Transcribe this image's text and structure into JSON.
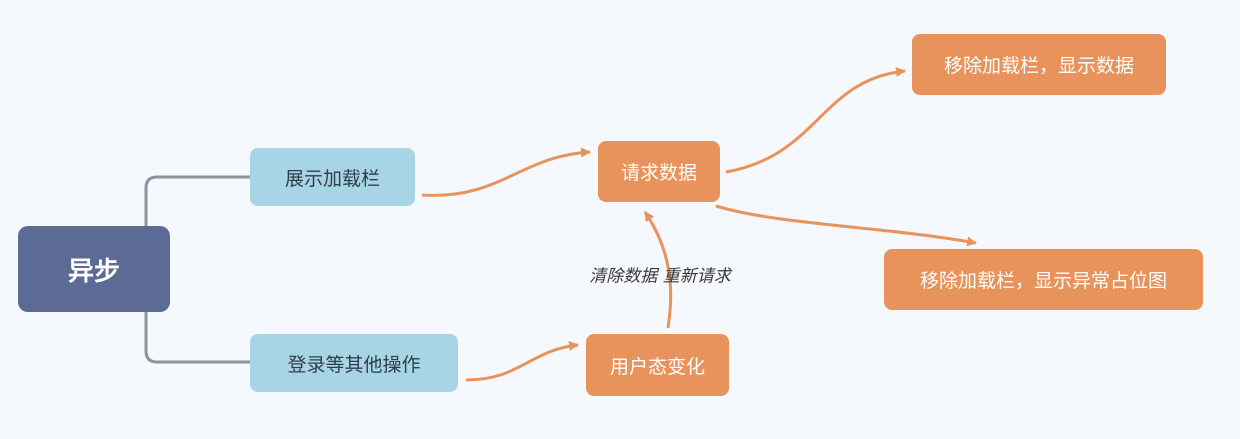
{
  "nodes": {
    "root": "异步",
    "show_loading": "展示加载栏",
    "login_other": "登录等其他操作",
    "request_data": "请求数据",
    "user_state_change": "用户态变化",
    "remove_show_data": "移除加载栏，显示数据",
    "remove_show_placeholder": "移除加载栏，显示异常占位图"
  },
  "edge_labels": {
    "clear_and_rerequest": "清除数据 重新请求"
  },
  "colors": {
    "background": "#f5f8fc",
    "root": "#5b6b93",
    "branch": "#a8d5e5",
    "action": "#e8935b",
    "arrow": "#e8935b",
    "connector": "#8c92a0"
  }
}
